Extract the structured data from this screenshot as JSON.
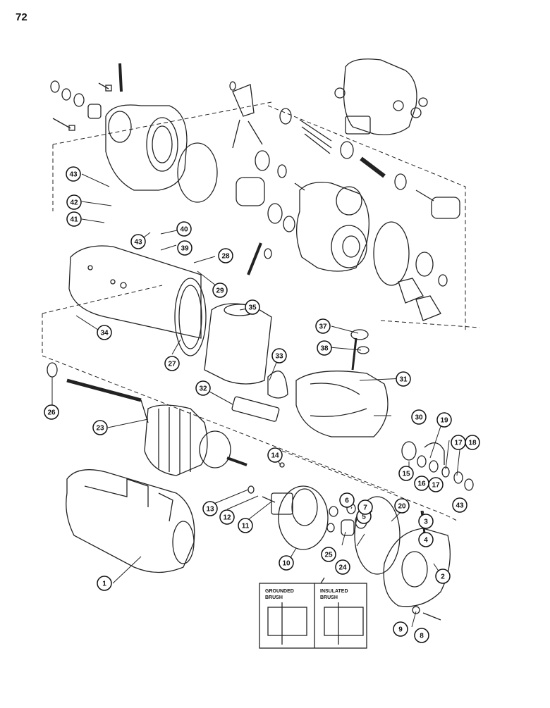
{
  "page_number": "72",
  "callouts": [
    "1",
    "2",
    "3",
    "4",
    "5",
    "6",
    "7",
    "8",
    "9",
    "10",
    "11",
    "12",
    "13",
    "14",
    "15",
    "16",
    "17",
    "17",
    "18",
    "19",
    "20",
    "23",
    "24",
    "25",
    "26",
    "27",
    "28",
    "29",
    "30",
    "31",
    "32",
    "33",
    "34",
    "35",
    "37",
    "38",
    "39",
    "40",
    "41",
    "42",
    "43",
    "43",
    "43"
  ],
  "inset": {
    "left_caption_line1": "GROUNDED",
    "left_caption_line2": "BRUSH",
    "right_caption_line1": "INSULATED",
    "right_caption_line2": "BRUSH"
  }
}
